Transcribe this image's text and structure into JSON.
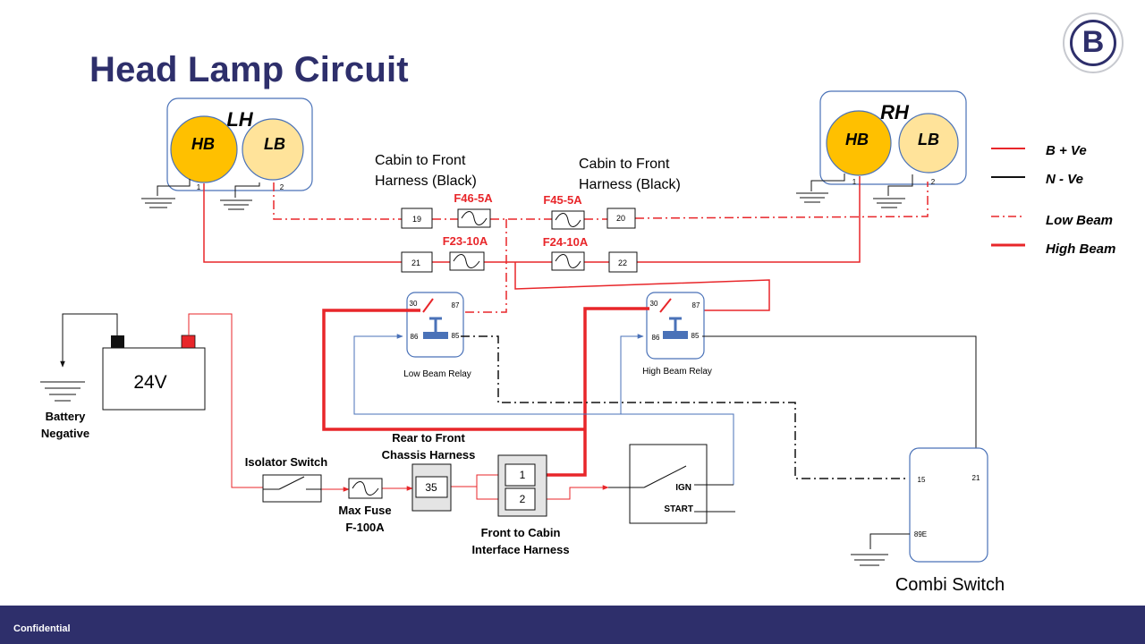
{
  "page": {
    "title": "Head Lamp Circuit",
    "footer": "Confidential",
    "logo_letter": "B"
  },
  "lamps": {
    "lh": {
      "label": "LH",
      "hb": "HB",
      "lb": "LB",
      "pin1": "1",
      "pin2": "2"
    },
    "rh": {
      "label": "RH",
      "hb": "HB",
      "lb": "LB",
      "pin1": "1",
      "pin2": "2"
    }
  },
  "legend": {
    "b_ve": "B + Ve",
    "n_ve": "N - Ve",
    "low_beam": "Low Beam",
    "high_beam": "High Beam"
  },
  "harness": {
    "cabin_front_left": [
      "Cabin to Front",
      "Harness (Black)"
    ],
    "cabin_front_right": [
      "Cabin to Front",
      "Harness (Black)"
    ],
    "rear_front": [
      "Rear to Front",
      "Chassis Harness"
    ],
    "front_cabin": [
      "Front to Cabin",
      "Interface Harness"
    ]
  },
  "fuses": {
    "f46": "F46-5A",
    "f45": "F45-5A",
    "f23": "F23-10A",
    "f24": "F24-10A",
    "max_fuse": [
      "Max Fuse",
      "F-100A"
    ]
  },
  "connectors": {
    "c19": "19",
    "c20": "20",
    "c21": "21",
    "c22": "22",
    "c35": "35",
    "p1": "1",
    "p2": "2"
  },
  "relays": {
    "low": {
      "label": "Low Beam Relay",
      "p30": "30",
      "p87": "87",
      "p86": "86",
      "p85": "85"
    },
    "high": {
      "label": "High Beam Relay",
      "p30": "30",
      "p87": "87",
      "p86": "86",
      "p85": "85"
    }
  },
  "battery": {
    "voltage": "24V",
    "negative": [
      "Battery",
      "Negative"
    ]
  },
  "isolator": "Isolator Switch",
  "ignition": {
    "ign": "IGN",
    "start": "START"
  },
  "combi": {
    "label": "Combi Switch",
    "p15": "15",
    "p21": "21",
    "p89e": "89E"
  },
  "colors": {
    "navy": "#2e2f6b",
    "red": "#e8262a",
    "black": "#111111",
    "blue": "#4a72b8",
    "hb_amber": "#ffc000",
    "lb_light": "#ffe39a"
  }
}
